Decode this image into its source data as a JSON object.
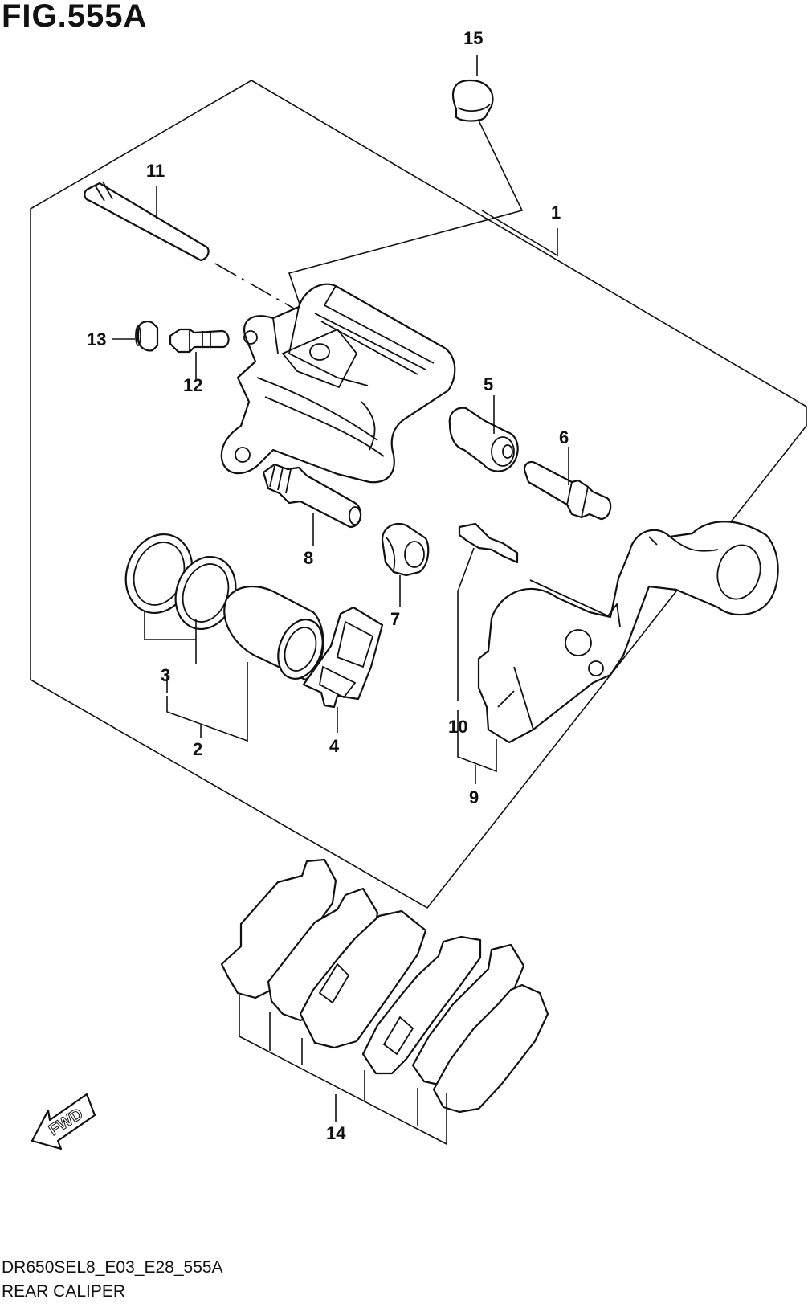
{
  "figure": {
    "title": "FIG.555A",
    "code": "DR650SEL8_E03_E28_555A",
    "name": "REAR CALIPER"
  },
  "callouts": [
    {
      "id": "c1",
      "text": "1"
    },
    {
      "id": "c2",
      "text": "2"
    },
    {
      "id": "c3",
      "text": "3"
    },
    {
      "id": "c4",
      "text": "4"
    },
    {
      "id": "c5",
      "text": "5"
    },
    {
      "id": "c6",
      "text": "6"
    },
    {
      "id": "c7",
      "text": "7"
    },
    {
      "id": "c8",
      "text": "8"
    },
    {
      "id": "c9",
      "text": "9"
    },
    {
      "id": "c10",
      "text": "10"
    },
    {
      "id": "c11",
      "text": "11"
    },
    {
      "id": "c12",
      "text": "12"
    },
    {
      "id": "c13",
      "text": "13"
    },
    {
      "id": "c14",
      "text": "14"
    },
    {
      "id": "c15",
      "text": "15"
    }
  ],
  "direction_marker": {
    "text": "FWD",
    "icon": "fwd-arrow-icon"
  }
}
